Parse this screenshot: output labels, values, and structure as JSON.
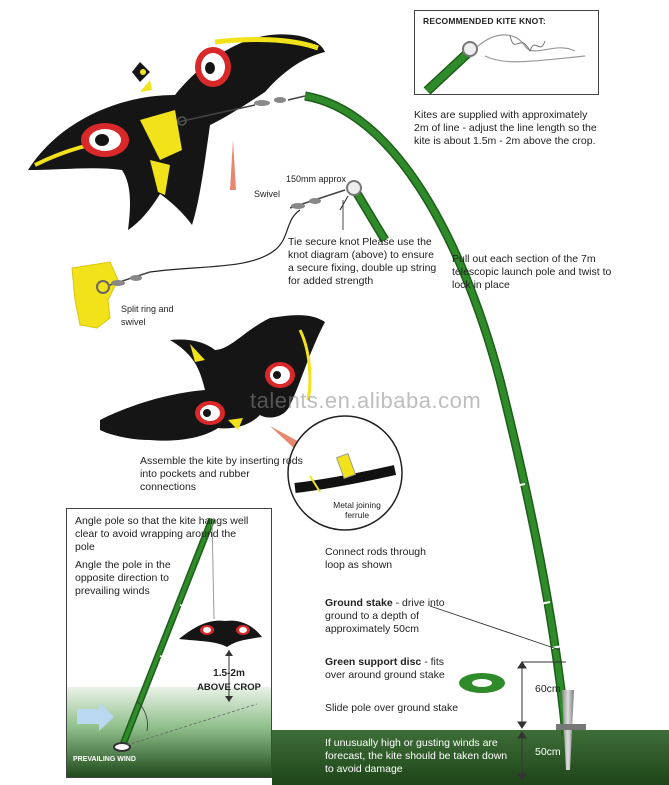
{
  "knot_box": {
    "title": "RECOMMENDED KITE KNOT:"
  },
  "labels": {
    "kite_line": "Kites are supplied with approximately 2m of line - adjust the line length so the kite is about 1.5m - 2m above the crop.",
    "approx_150": "150mm approx",
    "swivel": "Swivel",
    "tie_knot": "Tie secure knot Please use the knot diagram (above) to ensure a secure fixing, double up string for added strength",
    "split_ring": "Split ring and swivel",
    "pull_out": "Pull out each section of the 7m telescopic launch pole and twist to lock in place",
    "assemble": "Assemble the kite by inserting rods into pockets and rubber connections",
    "ferrule": "Metal joining ferrule",
    "connect_rods": "Connect rods through loop as shown",
    "ground_stake_title": "Ground stake",
    "ground_stake_text": " - drive into ground to a depth of approximately 50cm",
    "disc_title": "Green support disc",
    "disc_text": " - fits over around ground stake",
    "slide_pole": "Slide pole over ground stake",
    "gusting": "If unusually high or gusting winds are forecast, the kite should be taken down to avoid damage",
    "dim_60": "60cm",
    "dim_50": "50cm"
  },
  "inset": {
    "angle_kite": "Angle pole so that the kite hangs well clear to avoid wrapping around the pole",
    "angle_opposite": "Angle the pole in the opposite direction to prevailing winds",
    "height_range": "1.5-2m",
    "height_label": "ABOVE CROP",
    "wind": "PREVAILING WIND"
  },
  "watermark": "talents.en.alibaba.com",
  "colors": {
    "pole_green": "#2f8a2a",
    "pole_dark": "#1d5e1a",
    "kite_black": "#151515",
    "kite_yellow": "#f2e21a",
    "eye_red": "#d8282a",
    "ground_top": "#6ea36a",
    "ground_bottom": "#1f4a1c"
  }
}
